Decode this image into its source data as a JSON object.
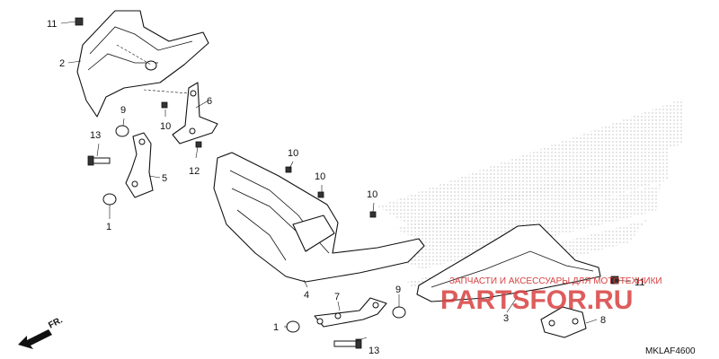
{
  "callouts": {
    "c11a": "11",
    "c2": "2",
    "c6": "6",
    "c10a": "10",
    "c9a": "9",
    "c13a": "13",
    "c5": "5",
    "c1a": "1",
    "c12": "12",
    "c10b": "10",
    "c10c": "10",
    "c10d": "10",
    "c4": "4",
    "c7": "7",
    "c9b": "9",
    "c1b": "1",
    "c13b": "13",
    "c11b": "11",
    "c3": "3",
    "c8": "8"
  },
  "front_indicator": "FR.",
  "diagram_code": "MKLAF4600",
  "watermark": {
    "line1": "ЗАПЧАСТИ И АКСЕССУАРЫ ДЛЯ МОТОТЕХНИКИ",
    "brand": "PARTSFOR.RU",
    "accent_color": "#d84040"
  },
  "colors": {
    "line": "#111111",
    "logo_dots": "#b8b8b8"
  }
}
